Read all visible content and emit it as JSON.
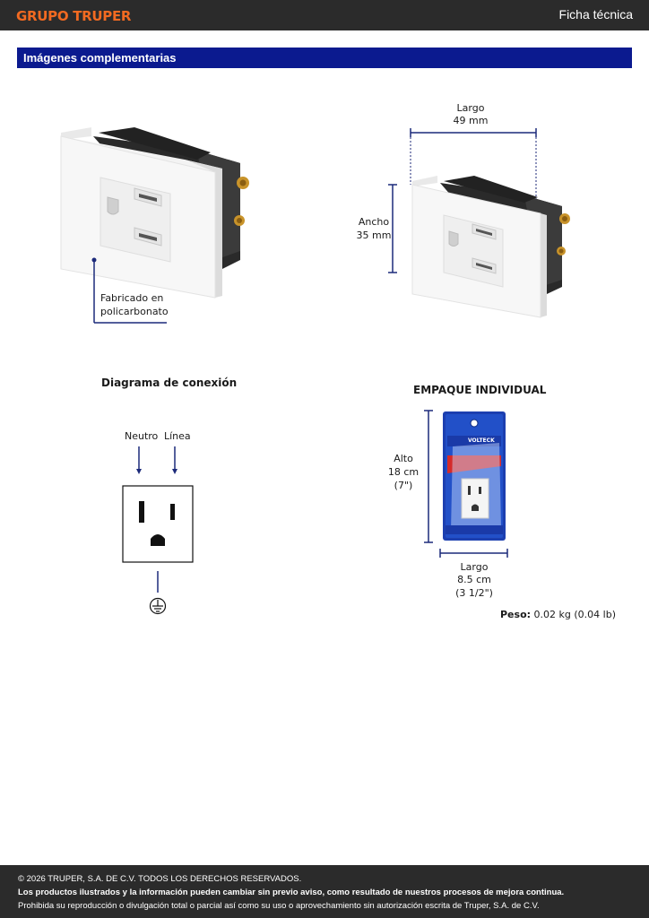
{
  "header": {
    "brand": "GRUPO TRUPER",
    "doc_type": "Ficha técnica"
  },
  "section": {
    "title": "Imágenes complementarias"
  },
  "product_image": {
    "material_line1": "Fabricado en",
    "material_line2": "policarbonato"
  },
  "dimensions": {
    "length_label": "Largo",
    "length_value": "49 mm",
    "width_label": "Ancho",
    "width_value": "35 mm"
  },
  "diagram": {
    "title": "Diagrama de conexión",
    "neutral": "Neutro",
    "line": "Línea"
  },
  "packaging": {
    "title": "EMPAQUE INDIVIDUAL",
    "height_label": "Alto",
    "height_value": "18 cm",
    "height_inches": "(7\")",
    "length_label": "Largo",
    "length_value": "8.5 cm",
    "length_inches": "(3 1/2\")",
    "brand": "VOLTECK"
  },
  "weight": {
    "label": "Peso:",
    "value": "0.02 kg (0.04 lb)"
  },
  "footer": {
    "copyright": "© 2026 TRUPER, S.A. DE C.V. TODOS LOS DERECHOS RESERVADOS.",
    "disclaimer": "Los productos ilustrados y la información pueden cambiar sin previo aviso, como resultado de nuestros procesos de mejora continua.",
    "prohibition": "Prohibida su reproducción o divulgación total o parcial así como su uso o aprovechamiento sin autorización escrita de Truper, S.A. de C.V."
  },
  "colors": {
    "accent": "#f26a21",
    "section_bar": "#0b1a8f",
    "dim_line": "#1c2a7a",
    "dark_bar": "#2b2b2b"
  }
}
